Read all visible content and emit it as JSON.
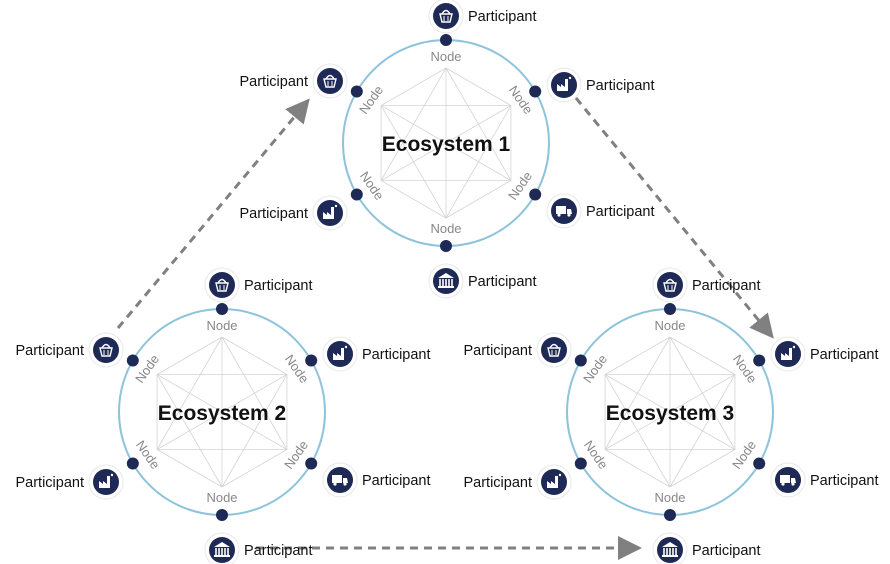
{
  "colors": {
    "ring": "#8ec3dc",
    "node": "#1e2a55",
    "icon_bg": "#1e2a55",
    "mesh": "#d4d4d4",
    "arrow": "#808080",
    "text": "#111111",
    "node_label": "#888888"
  },
  "node_label": "Node",
  "participant_label": "Participant",
  "ecosystems": [
    {
      "title": "Ecosystem 1",
      "participants": [
        {
          "icon": "basket-icon"
        },
        {
          "icon": "factory-icon"
        },
        {
          "icon": "truck-icon"
        },
        {
          "icon": "bank-icon"
        },
        {
          "icon": "factory-icon"
        },
        {
          "icon": "basket-icon"
        }
      ]
    },
    {
      "title": "Ecosystem 2",
      "participants": [
        {
          "icon": "basket-icon"
        },
        {
          "icon": "factory-icon"
        },
        {
          "icon": "truck-icon"
        },
        {
          "icon": "bank-icon"
        },
        {
          "icon": "factory-icon"
        },
        {
          "icon": "basket-icon"
        }
      ]
    },
    {
      "title": "Ecosystem 3",
      "participants": [
        {
          "icon": "basket-icon"
        },
        {
          "icon": "factory-icon"
        },
        {
          "icon": "truck-icon"
        },
        {
          "icon": "bank-icon"
        },
        {
          "icon": "factory-icon"
        },
        {
          "icon": "basket-icon"
        }
      ]
    }
  ],
  "flows": [
    {
      "from": "Ecosystem 2 participant (basket)",
      "to": "Ecosystem 1 participant (basket)"
    },
    {
      "from": "Ecosystem 1 participant (factory)",
      "to": "Ecosystem 3 participant (factory)"
    },
    {
      "from": "Ecosystem 2 participant (bank)",
      "to": "Ecosystem 3 participant (bank)"
    }
  ]
}
